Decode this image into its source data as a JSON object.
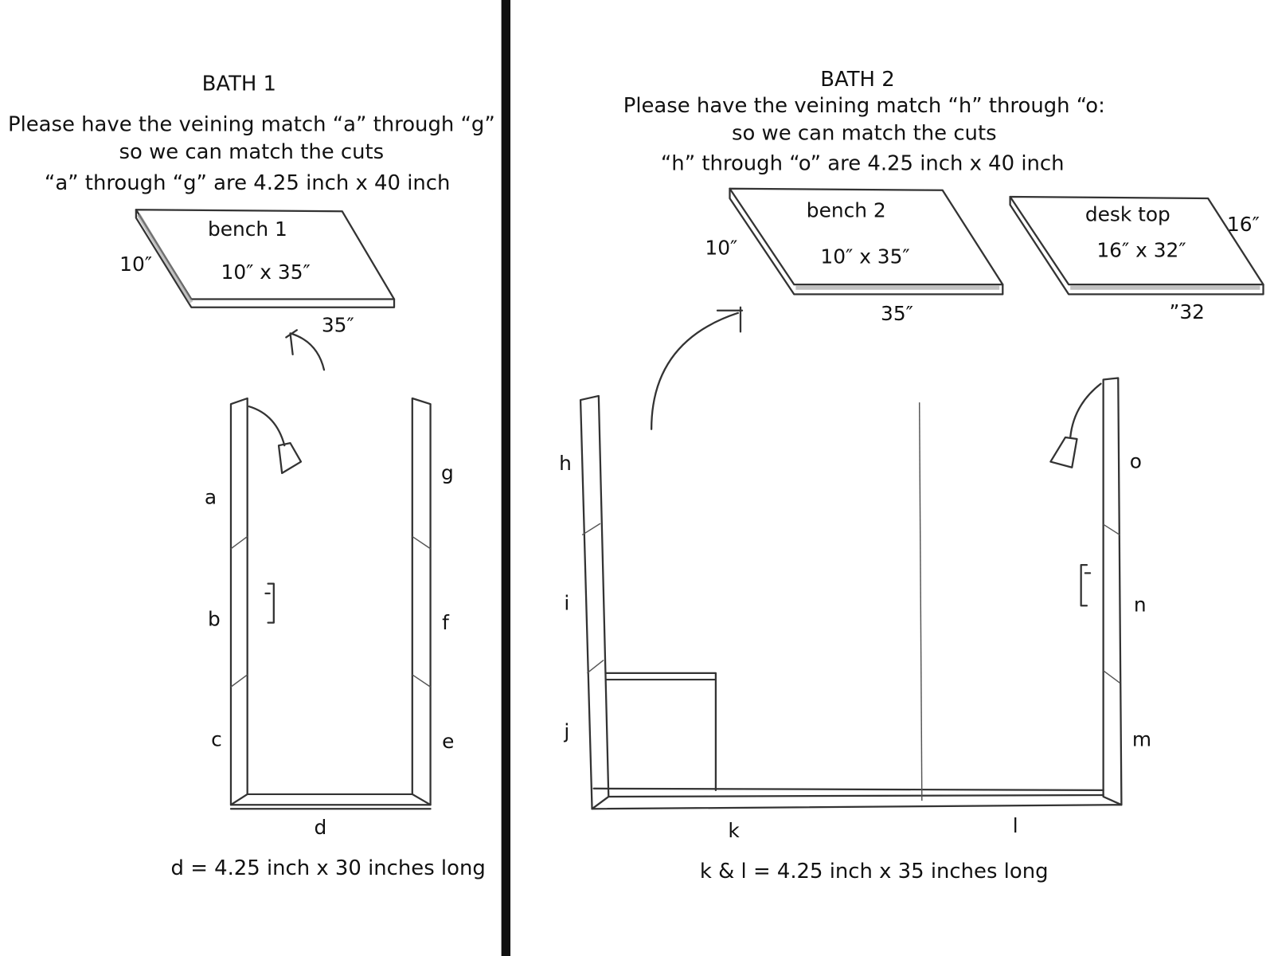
{
  "bath1": {
    "title": "BATH 1",
    "line1": "Please have the veining match “a” through “g”",
    "line2": "so we can match the cuts",
    "line3": "“a” through “g” are 4.25 inch x 40 inch",
    "bench": {
      "name": "bench 1",
      "size": "10″ x 35″",
      "depth": "10″",
      "length": "35″"
    },
    "pieces": [
      "a",
      "b",
      "c",
      "d",
      "e",
      "f",
      "g"
    ],
    "note": "d = 4.25 inch x 30 inches long"
  },
  "bath2": {
    "title": "BATH 2",
    "line1": "Please have the veining match “h” through “o:",
    "line2": "so we can match the cuts",
    "line3": "“h” through “o” are 4.25 inch x 40 inch",
    "bench": {
      "name": "bench 2",
      "size": "10″ x 35″",
      "depth": "10″",
      "length": "35″"
    },
    "desk": {
      "name": "desk top",
      "size": "16″ x 32″",
      "depth": "16″",
      "length": "”32"
    },
    "pieces": [
      "h",
      "i",
      "j",
      "k",
      "l",
      "m",
      "n",
      "o"
    ],
    "note": "k & l = 4.25 inch x 35 inches long"
  }
}
